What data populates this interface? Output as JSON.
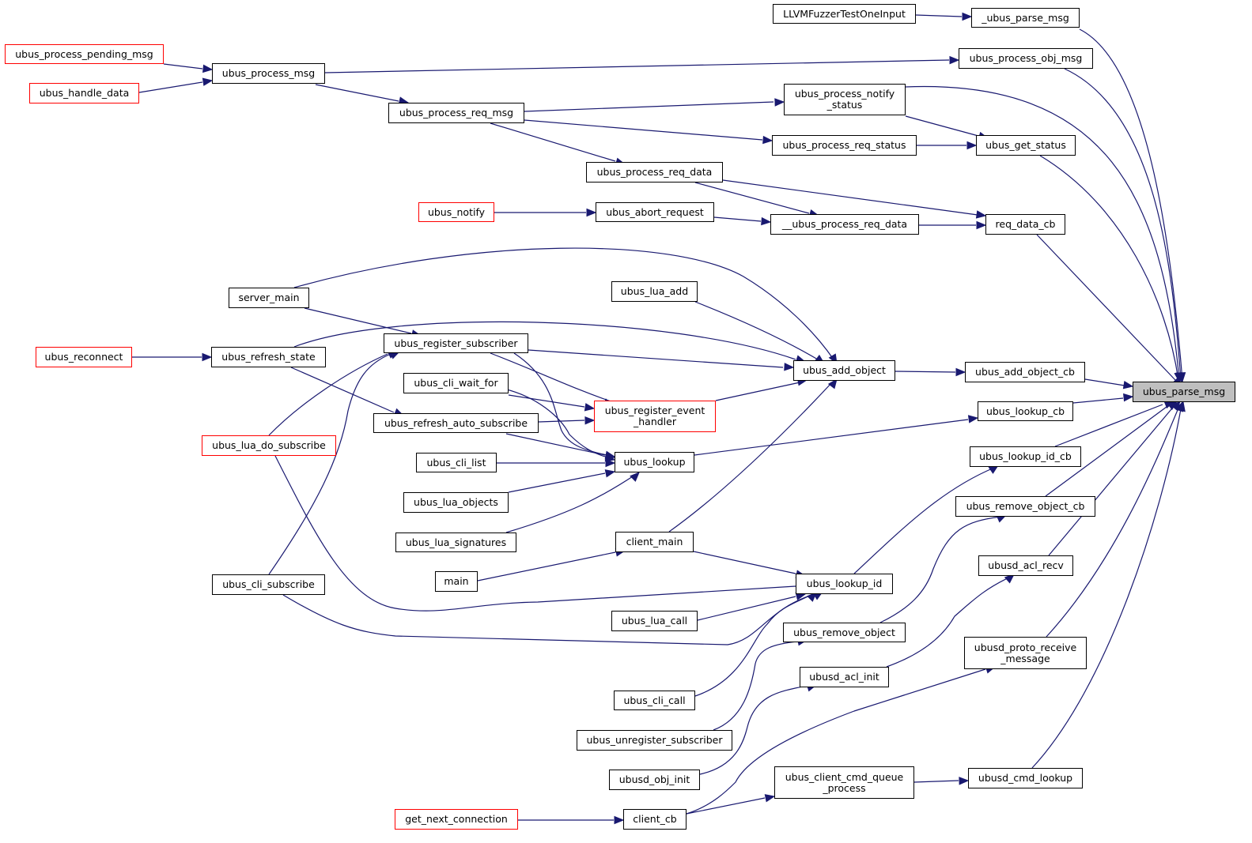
{
  "diagram": {
    "title": "",
    "kind": "doxygen caller graph",
    "colors": {
      "edge": "#191970",
      "node_border": "#000000",
      "truncated_node_border": "#ff0000",
      "focus_fill": "#bfbfbf"
    },
    "nodes": {
      "ubus_parse_msg": "ubus_parse_msg",
      "_ubus_parse_msg": "_ubus_parse_msg",
      "LLVMFuzzerTestOneInput": "LLVMFuzzerTestOneInput",
      "ubus_process_obj_msg": "ubus_process_obj_msg",
      "ubus_process_msg": "ubus_process_msg",
      "ubus_process_pending_msg": "ubus_process_pending_msg",
      "ubus_handle_data": "ubus_handle_data",
      "ubus_process_notify_status": "ubus_process_notify\n_status",
      "ubus_process_req_msg": "ubus_process_req_msg",
      "ubus_get_status": "ubus_get_status",
      "ubus_process_req_status": "ubus_process_req_status",
      "ubus_process_req_data": "ubus_process_req_data",
      "req_data_cb": "req_data_cb",
      "__ubus_process_req_data": "__ubus_process_req_data",
      "ubus_abort_request": "ubus_abort_request",
      "ubus_notify": "ubus_notify",
      "server_main": "server_main",
      "ubus_lua_add": "ubus_lua_add",
      "ubus_refresh_state": "ubus_refresh_state",
      "ubus_reconnect": "ubus_reconnect",
      "ubus_register_subscriber": "ubus_register_subscriber",
      "ubus_add_object": "ubus_add_object",
      "ubus_add_object_cb": "ubus_add_object_cb",
      "ubus_cli_wait_for": "ubus_cli_wait_for",
      "ubus_register_event_handler": "ubus_register_event\n_handler",
      "ubus_refresh_auto_subscribe": "ubus_refresh_auto_subscribe",
      "ubus_lookup_cb": "ubus_lookup_cb",
      "ubus_lua_do_subscribe": "ubus_lua_do_subscribe",
      "ubus_cli_list": "ubus_cli_list",
      "ubus_lookup": "ubus_lookup",
      "ubus_lookup_id_cb": "ubus_lookup_id_cb",
      "ubus_lua_objects": "ubus_lua_objects",
      "ubus_remove_object_cb": "ubus_remove_object_cb",
      "ubus_lua_signatures": "ubus_lua_signatures",
      "client_main": "client_main",
      "ubusd_acl_recv": "ubusd_acl_recv",
      "main": "main",
      "ubus_lookup_id": "ubus_lookup_id",
      "ubus_cli_subscribe": "ubus_cli_subscribe",
      "ubus_lua_call": "ubus_lua_call",
      "ubus_remove_object": "ubus_remove_object",
      "ubusd_proto_receive_message": "ubusd_proto_receive\n_message",
      "ubusd_acl_init": "ubusd_acl_init",
      "ubus_cli_call": "ubus_cli_call",
      "ubus_unregister_subscriber": "ubus_unregister_subscriber",
      "ubus_client_cmd_queue_process": "ubus_client_cmd_queue\n_process",
      "ubusd_obj_init": "ubusd_obj_init",
      "ubusd_cmd_lookup": "ubusd_cmd_lookup",
      "get_next_connection": "get_next_connection",
      "client_cb": "client_cb"
    },
    "truncated_nodes": [
      "ubus_process_pending_msg",
      "ubus_handle_data",
      "ubus_notify",
      "ubus_reconnect",
      "ubus_register_event_handler",
      "ubus_lua_do_subscribe",
      "get_next_connection"
    ],
    "focus_node": "ubus_parse_msg",
    "edges": [
      [
        "_ubus_parse_msg",
        "ubus_parse_msg"
      ],
      [
        "LLVMFuzzerTestOneInput",
        "_ubus_parse_msg"
      ],
      [
        "ubus_process_obj_msg",
        "ubus_parse_msg"
      ],
      [
        "ubus_process_msg",
        "ubus_process_obj_msg"
      ],
      [
        "ubus_process_pending_msg",
        "ubus_process_msg"
      ],
      [
        "ubus_handle_data",
        "ubus_process_msg"
      ],
      [
        "ubus_process_notify_status",
        "ubus_parse_msg"
      ],
      [
        "ubus_process_req_msg",
        "ubus_process_notify_status"
      ],
      [
        "ubus_process_msg",
        "ubus_process_req_msg"
      ],
      [
        "ubus_get_status",
        "ubus_parse_msg"
      ],
      [
        "ubus_process_notify_status",
        "ubus_get_status"
      ],
      [
        "ubus_process_req_status",
        "ubus_get_status"
      ],
      [
        "ubus_process_req_msg",
        "ubus_process_req_status"
      ],
      [
        "ubus_process_req_msg",
        "ubus_process_req_data"
      ],
      [
        "req_data_cb",
        "ubus_parse_msg"
      ],
      [
        "ubus_process_req_data",
        "req_data_cb"
      ],
      [
        "__ubus_process_req_data",
        "req_data_cb"
      ],
      [
        "ubus_process_req_data",
        "__ubus_process_req_data"
      ],
      [
        "ubus_abort_request",
        "__ubus_process_req_data"
      ],
      [
        "ubus_notify",
        "ubus_abort_request"
      ],
      [
        "ubus_add_object_cb",
        "ubus_parse_msg"
      ],
      [
        "ubus_add_object",
        "ubus_add_object_cb"
      ],
      [
        "server_main",
        "ubus_add_object"
      ],
      [
        "ubus_lua_add",
        "ubus_add_object"
      ],
      [
        "ubus_refresh_state",
        "ubus_add_object"
      ],
      [
        "ubus_register_subscriber",
        "ubus_add_object"
      ],
      [
        "ubus_register_event_handler",
        "ubus_add_object"
      ],
      [
        "client_main",
        "ubus_add_object"
      ],
      [
        "ubus_reconnect",
        "ubus_refresh_state"
      ],
      [
        "server_main",
        "ubus_register_subscriber"
      ],
      [
        "ubus_lua_do_subscribe",
        "ubus_register_subscriber"
      ],
      [
        "ubus_cli_subscribe",
        "ubus_register_subscriber"
      ],
      [
        "ubus_register_subscriber",
        "ubus_register_event_handler"
      ],
      [
        "ubus_cli_wait_for",
        "ubus_register_event_handler"
      ],
      [
        "ubus_refresh_auto_subscribe",
        "ubus_register_event_handler"
      ],
      [
        "ubus_refresh_state",
        "ubus_refresh_auto_subscribe"
      ],
      [
        "ubus_lookup_cb",
        "ubus_parse_msg"
      ],
      [
        "ubus_lookup",
        "ubus_lookup_cb"
      ],
      [
        "ubus_register_subscriber",
        "ubus_lookup"
      ],
      [
        "ubus_cli_wait_for",
        "ubus_lookup"
      ],
      [
        "ubus_refresh_auto_subscribe",
        "ubus_lookup"
      ],
      [
        "ubus_cli_list",
        "ubus_lookup"
      ],
      [
        "ubus_lua_objects",
        "ubus_lookup"
      ],
      [
        "ubus_lua_signatures",
        "ubus_lookup"
      ],
      [
        "ubus_lookup_id_cb",
        "ubus_parse_msg"
      ],
      [
        "ubus_lookup_id",
        "ubus_lookup_id_cb"
      ],
      [
        "client_main",
        "ubus_lookup_id"
      ],
      [
        "ubus_lua_do_subscribe",
        "ubus_lookup_id"
      ],
      [
        "ubus_cli_subscribe",
        "ubus_lookup_id"
      ],
      [
        "ubus_lua_call",
        "ubus_lookup_id"
      ],
      [
        "ubus_cli_call",
        "ubus_lookup_id"
      ],
      [
        "main",
        "client_main"
      ],
      [
        "ubus_remove_object_cb",
        "ubus_parse_msg"
      ],
      [
        "ubus_remove_object",
        "ubus_remove_object_cb"
      ],
      [
        "ubus_unregister_subscriber",
        "ubus_remove_object"
      ],
      [
        "ubusd_acl_recv",
        "ubus_parse_msg"
      ],
      [
        "ubusd_acl_init",
        "ubusd_acl_recv"
      ],
      [
        "ubusd_obj_init",
        "ubusd_acl_init"
      ],
      [
        "ubusd_proto_receive_message",
        "ubus_parse_msg"
      ],
      [
        "client_cb",
        "ubusd_proto_receive_message"
      ],
      [
        "ubusd_cmd_lookup",
        "ubus_parse_msg"
      ],
      [
        "ubus_client_cmd_queue_process",
        "ubusd_cmd_lookup"
      ],
      [
        "client_cb",
        "ubus_client_cmd_queue_process"
      ],
      [
        "get_next_connection",
        "client_cb"
      ]
    ]
  }
}
